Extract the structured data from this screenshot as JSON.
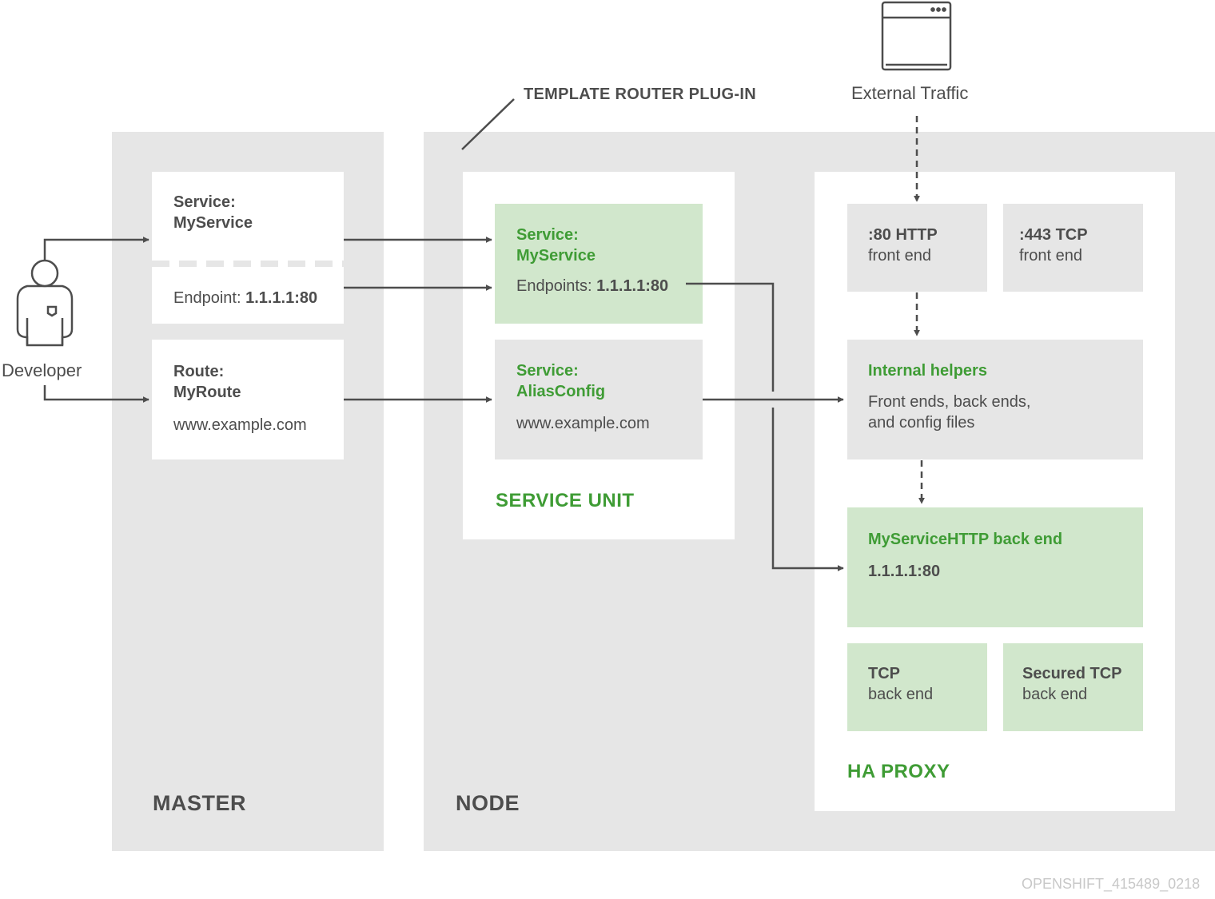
{
  "header": {
    "plugin_label": "TEMPLATE ROUTER PLUG-IN",
    "external_traffic": "External Traffic"
  },
  "developer": {
    "label": "Developer"
  },
  "master": {
    "label": "MASTER",
    "service_card": {
      "title": "Service:",
      "name": "MyService",
      "endpoint_prefix": "Endpoint:",
      "endpoint_value": "1.1.1.1:80"
    },
    "route_card": {
      "title": "Route:",
      "name": "MyRoute",
      "host": "www.example.com"
    }
  },
  "node": {
    "label": "NODE",
    "service_unit": {
      "label": "SERVICE UNIT",
      "service_box": {
        "title": "Service:",
        "name": "MyService",
        "endpoints_prefix": "Endpoints:",
        "endpoints_value": "1.1.1.1:80"
      },
      "alias_box": {
        "title": "Service:",
        "name": "AliasConfig",
        "host": "www.example.com"
      }
    },
    "ha_proxy": {
      "label": "HA PROXY",
      "http_front": {
        "title": ":80 HTTP",
        "sub": "front end"
      },
      "tcp_front": {
        "title": ":443 TCP",
        "sub": "front end"
      },
      "helpers": {
        "title": "Internal helpers",
        "line1": "Front ends, back ends,",
        "line2": "and config files"
      },
      "http_back": {
        "title": "MyServiceHTTP back end",
        "value": "1.1.1.1:80"
      },
      "tcp_back": {
        "title": "TCP",
        "sub": "back end"
      },
      "secured_back": {
        "title": "Secured TCP",
        "sub": "back end"
      }
    }
  },
  "footer": {
    "code": "OPENSHIFT_415489_0218"
  },
  "colors": {
    "panel": "#e6e6e6",
    "green_box": "#d1e7cc",
    "accent_green": "#3f9c35",
    "text": "#4d4d4d",
    "line": "#4d4d4d"
  },
  "icons": [
    "browser-window-icon",
    "developer-person-icon"
  ]
}
